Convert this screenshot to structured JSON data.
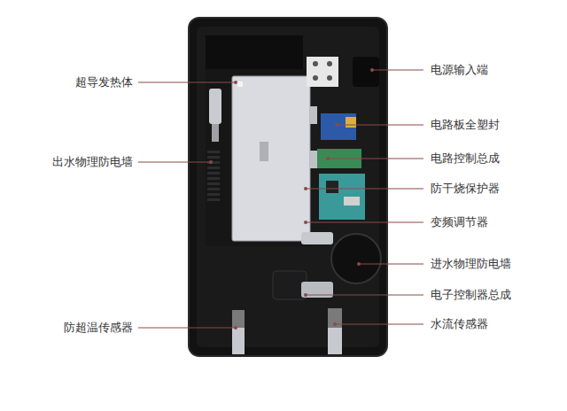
{
  "diagram": {
    "labels": [
      "超导发热体",
      "出水物理防电墙",
      "防超温传感器",
      "电源输入端",
      "电路板全塑封",
      "电路控制总成",
      "防干烧保护器",
      "变频调节器",
      "进水物理防电墙",
      "电子控制器总成",
      "水流传感器"
    ]
  }
}
